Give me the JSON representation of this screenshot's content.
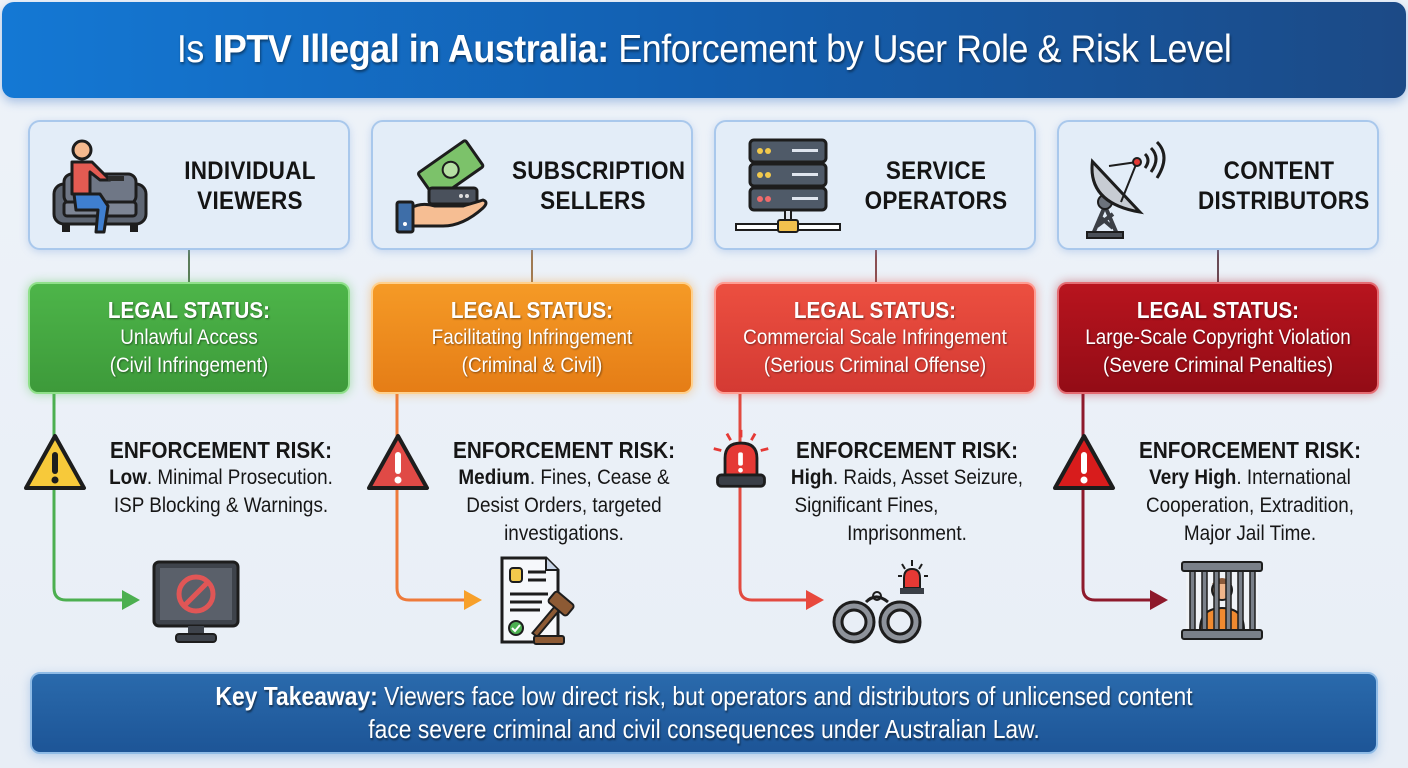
{
  "title": {
    "prefix": "Is ",
    "bold": "IPTV Illegal in Australia:",
    "rest": " Enforcement by User Role & Risk Level"
  },
  "columns": [
    {
      "role_line1": "INDIVIDUAL",
      "role_line2": "VIEWERS",
      "role_icon": "person-on-couch-icon",
      "status_label": "LEGAL STATUS:",
      "status_line1": "Unlawful Access",
      "status_line2": "(Civil Infringement)",
      "status_color": "#43a53f",
      "risk_icon": "warning-triangle-yellow-icon",
      "risk_label": "ENFORCEMENT RISK:",
      "risk_level": "Low",
      "risk_lines": [
        ". Minimal Prosecution.",
        "ISP Blocking & Warnings."
      ],
      "outcome_icon": "blocked-monitor-icon",
      "line_color": "#4caf50"
    },
    {
      "role_line1": "SUBSCRIPTION",
      "role_line2": "SELLERS",
      "role_icon": "hand-money-box-icon",
      "status_label": "LEGAL STATUS:",
      "status_line1": "Facilitating Infringement",
      "status_line2": "(Criminal & Civil)",
      "status_color": "#f0871f",
      "risk_icon": "warning-triangle-red-icon",
      "risk_label": "ENFORCEMENT RISK:",
      "risk_level": "Medium",
      "risk_lines": [
        ". Fines, Cease &",
        "Desist Orders, targeted",
        "investigations."
      ],
      "outcome_icon": "legal-document-gavel-icon",
      "line_color": "#ee7a3a"
    },
    {
      "role_line1": "SERVICE",
      "role_line2": "OPERATORS",
      "role_icon": "server-rack-icon",
      "status_label": "LEGAL STATUS:",
      "status_line1": "Commercial Scale Infringement",
      "status_line2": "(Serious Criminal Offense)",
      "status_color": "#e0453a",
      "risk_icon": "siren-light-icon",
      "risk_label": "ENFORCEMENT RISK:",
      "risk_level": "High",
      "risk_lines": [
        ". Raids, Asset Seizure,",
        "Significant Fines,",
        "Imprisonment."
      ],
      "outcome_icon": "handcuffs-siren-icon",
      "line_color": "#e24a40"
    },
    {
      "role_line1": "CONTENT",
      "role_line2": "DISTRIBUTORS",
      "role_icon": "satellite-dish-icon",
      "status_label": "LEGAL STATUS:",
      "status_line1": "Large-Scale Copyright Violation",
      "status_line2": "(Severe Criminal Penalties)",
      "status_color": "#a8101a",
      "risk_icon": "warning-triangle-darkred-icon",
      "risk_label": "ENFORCEMENT RISK:",
      "risk_level": "Very High",
      "risk_lines": [
        ". International",
        "Cooperation, Extradition,",
        "Major Jail Time."
      ],
      "outcome_icon": "jail-cell-icon",
      "line_color": "#8e1a2c"
    }
  ],
  "takeaway": {
    "label": "Key Takeaway:",
    "line1": " Viewers face low direct risk, but operators and distributors of unlicensed content",
    "line2": "face severe criminal and civil consequences under Australian Law."
  },
  "colors": {
    "title_bg_start": "#1478d4",
    "title_bg_end": "#1c4a86",
    "card_bg": "#e3edf8",
    "card_border": "#a9c8ec",
    "takeaway_bg": "#215d9e"
  }
}
